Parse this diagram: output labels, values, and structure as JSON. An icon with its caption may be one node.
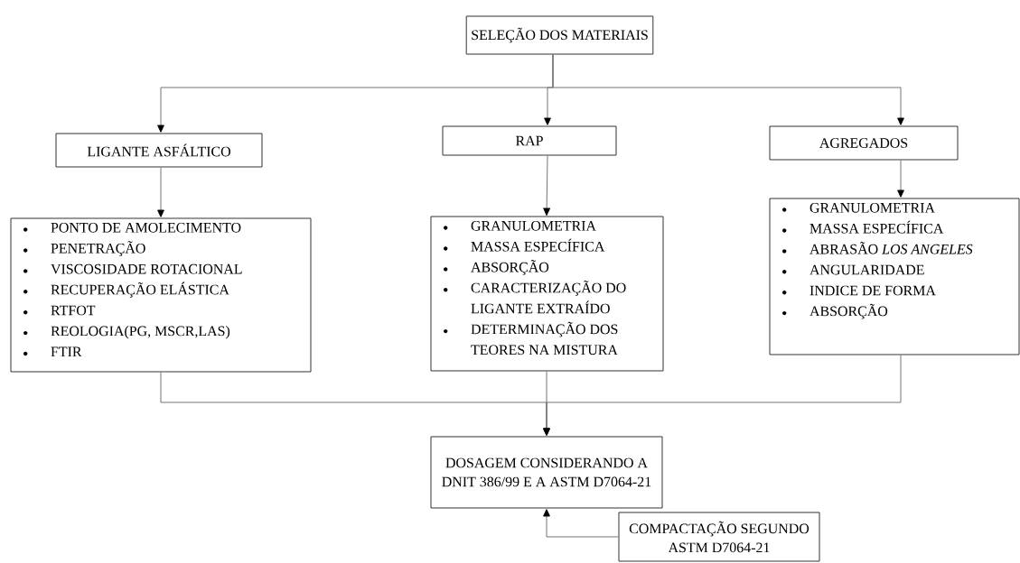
{
  "diagram": {
    "nodes": [
      {
        "text": [
          "SELEÇÃO DOS MATERIAIS"
        ]
      },
      {
        "text": [
          "LIGANTE ASFÁLTICO"
        ]
      },
      {
        "text": [
          "RAP"
        ]
      },
      {
        "text": [
          "AGREGADOS"
        ]
      },
      {
        "text": [
          "PONTO DE AMOLECIMENTO",
          "PENETRAÇÃO",
          "VISCOSIDADE ROTACIONAL",
          "RECUPERAÇÃO ELÁSTICA",
          "RTFOT",
          "REOLOGIA(PG, MSCR,LAS)",
          "FTIR"
        ]
      },
      {
        "text": [
          "GRANULOMETRIA",
          "MASSA ESPECÍFICA",
          "ABSORÇÃO",
          "CARACTERIZAÇÃO DO LIGANTE EXTRAÍDO",
          "DETERMINAÇÃO DOS TEORES NA MISTURA"
        ]
      },
      {
        "text": [
          "GRANULOMETRIA",
          "MASSA ESPECÍFICA",
          "ABRASÃO *LOS ANGELES*",
          "ANGULARIDADE",
          "INDICE DE FORMA",
          "ABSORÇÃO"
        ]
      },
      {
        "text": [
          "DOSAGEM CONSIDERANDO A DNIT 386/99 E A ASTM D7064-21"
        ]
      },
      {
        "text": [
          "COMPACTAÇÃO SEGUNDO ASTM D7064-21"
        ]
      }
    ],
    "edges": [
      {
        "from": 0,
        "to": 1,
        "arrow": "to"
      },
      {
        "from": 0,
        "to": 2,
        "arrow": "to"
      },
      {
        "from": 0,
        "to": 3,
        "arrow": "to"
      },
      {
        "from": 1,
        "to": 4,
        "arrow": "to"
      },
      {
        "from": 2,
        "to": 5,
        "arrow": "to"
      },
      {
        "from": 3,
        "to": 6,
        "arrow": "to"
      },
      {
        "from": 4,
        "to": 7,
        "arrow": "to"
      },
      {
        "from": 5,
        "to": 7,
        "arrow": "to"
      },
      {
        "from": 6,
        "to": 7,
        "arrow": "to"
      },
      {
        "from": 8,
        "to": 7,
        "arrow": "to"
      }
    ]
  }
}
